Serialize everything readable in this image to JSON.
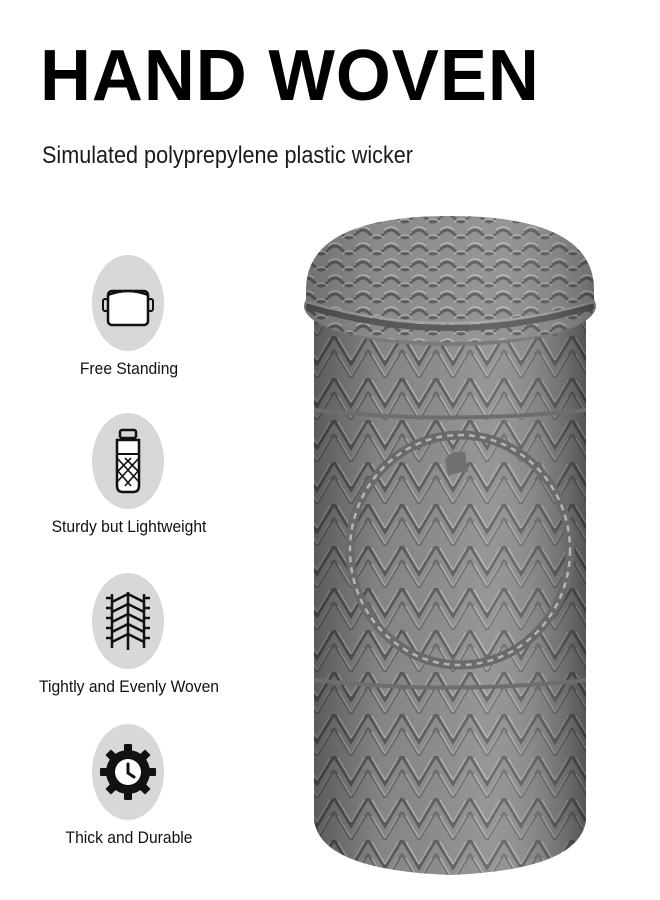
{
  "header": {
    "title": "HAND WOVEN",
    "subtitle": "Simulated polyprepylene plastic wicker"
  },
  "features": [
    {
      "label": "Free Standing",
      "icon": "basket-icon"
    },
    {
      "label": "Sturdy but Lightweight",
      "icon": "bottle-icon"
    },
    {
      "label": "Tightly and Evenly Woven",
      "icon": "weave-icon"
    },
    {
      "label": "Thick and Durable",
      "icon": "gear-clock-icon"
    }
  ],
  "colors": {
    "icon_circle": "#d8d8d8",
    "icon_stroke": "#111111",
    "basket_gray": "#8a8a8a"
  }
}
